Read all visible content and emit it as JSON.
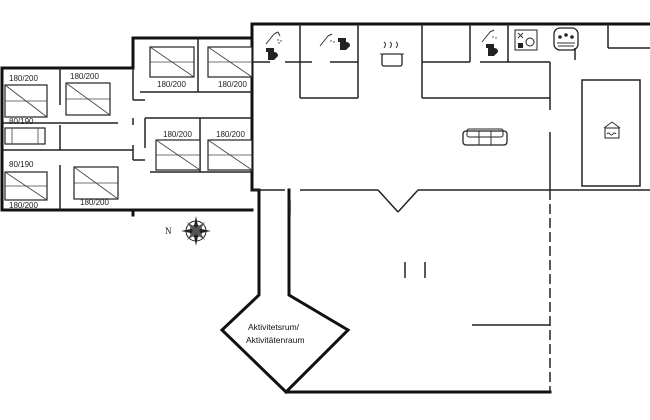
{
  "beds": [
    {
      "id": "b1",
      "label": "180/200"
    },
    {
      "id": "b2",
      "label": "180/200"
    },
    {
      "id": "b3",
      "label": "80/190"
    },
    {
      "id": "b4",
      "label": "80/190"
    },
    {
      "id": "b5",
      "label": "180/200"
    },
    {
      "id": "b6",
      "label": "180/200"
    },
    {
      "id": "b7",
      "label": "180/200"
    },
    {
      "id": "b8",
      "label": "180/200"
    },
    {
      "id": "b9",
      "label": "180/200"
    },
    {
      "id": "b10",
      "label": "180/200"
    }
  ],
  "rooms": {
    "activity_line1": "Aktivitetsrum/",
    "activity_line2": "Aktivitätenraum"
  },
  "compass": {
    "north": "N"
  },
  "icons": [
    "shower-icon",
    "toilet-icon",
    "cooking-pot-icon",
    "sofa-icon",
    "washing-machine-icon",
    "sauna-icon",
    "pool-icon"
  ]
}
